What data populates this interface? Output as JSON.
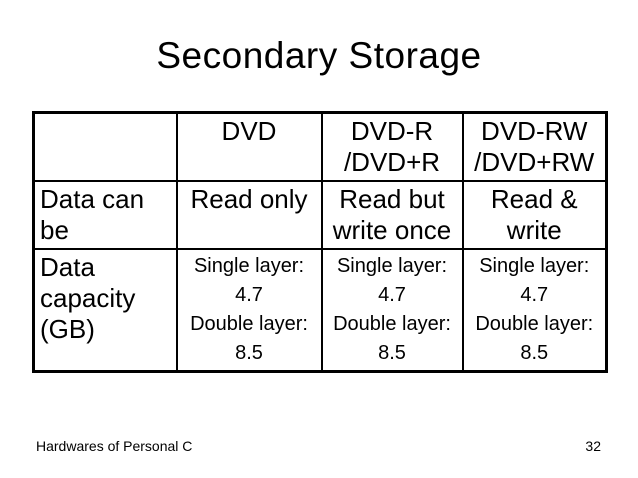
{
  "slide": {
    "title": "Secondary Storage",
    "footer": {
      "left": "Hardwares of Personal C",
      "page_number": "32"
    },
    "colors": {
      "background": "#ffffff",
      "text": "#000000",
      "table_border": "#000000"
    }
  },
  "table": {
    "header_cells": [
      "",
      "DVD",
      "DVD-R\n/DVD+R",
      "DVD-RW\n/DVD+RW"
    ],
    "rows": [
      {
        "cells": [
          "Data can\nbe",
          "Read only",
          "Read but\nwrite once",
          "Read &\nwrite"
        ]
      },
      {
        "cells": [
          "Data\ncapacity\n(GB)",
          "Single layer:\n4.7\nDouble layer:\n8.5",
          "Single layer:\n4.7\nDouble layer:\n8.5",
          "Single layer:\n4.7\nDouble layer:\n8.5"
        ]
      }
    ]
  }
}
